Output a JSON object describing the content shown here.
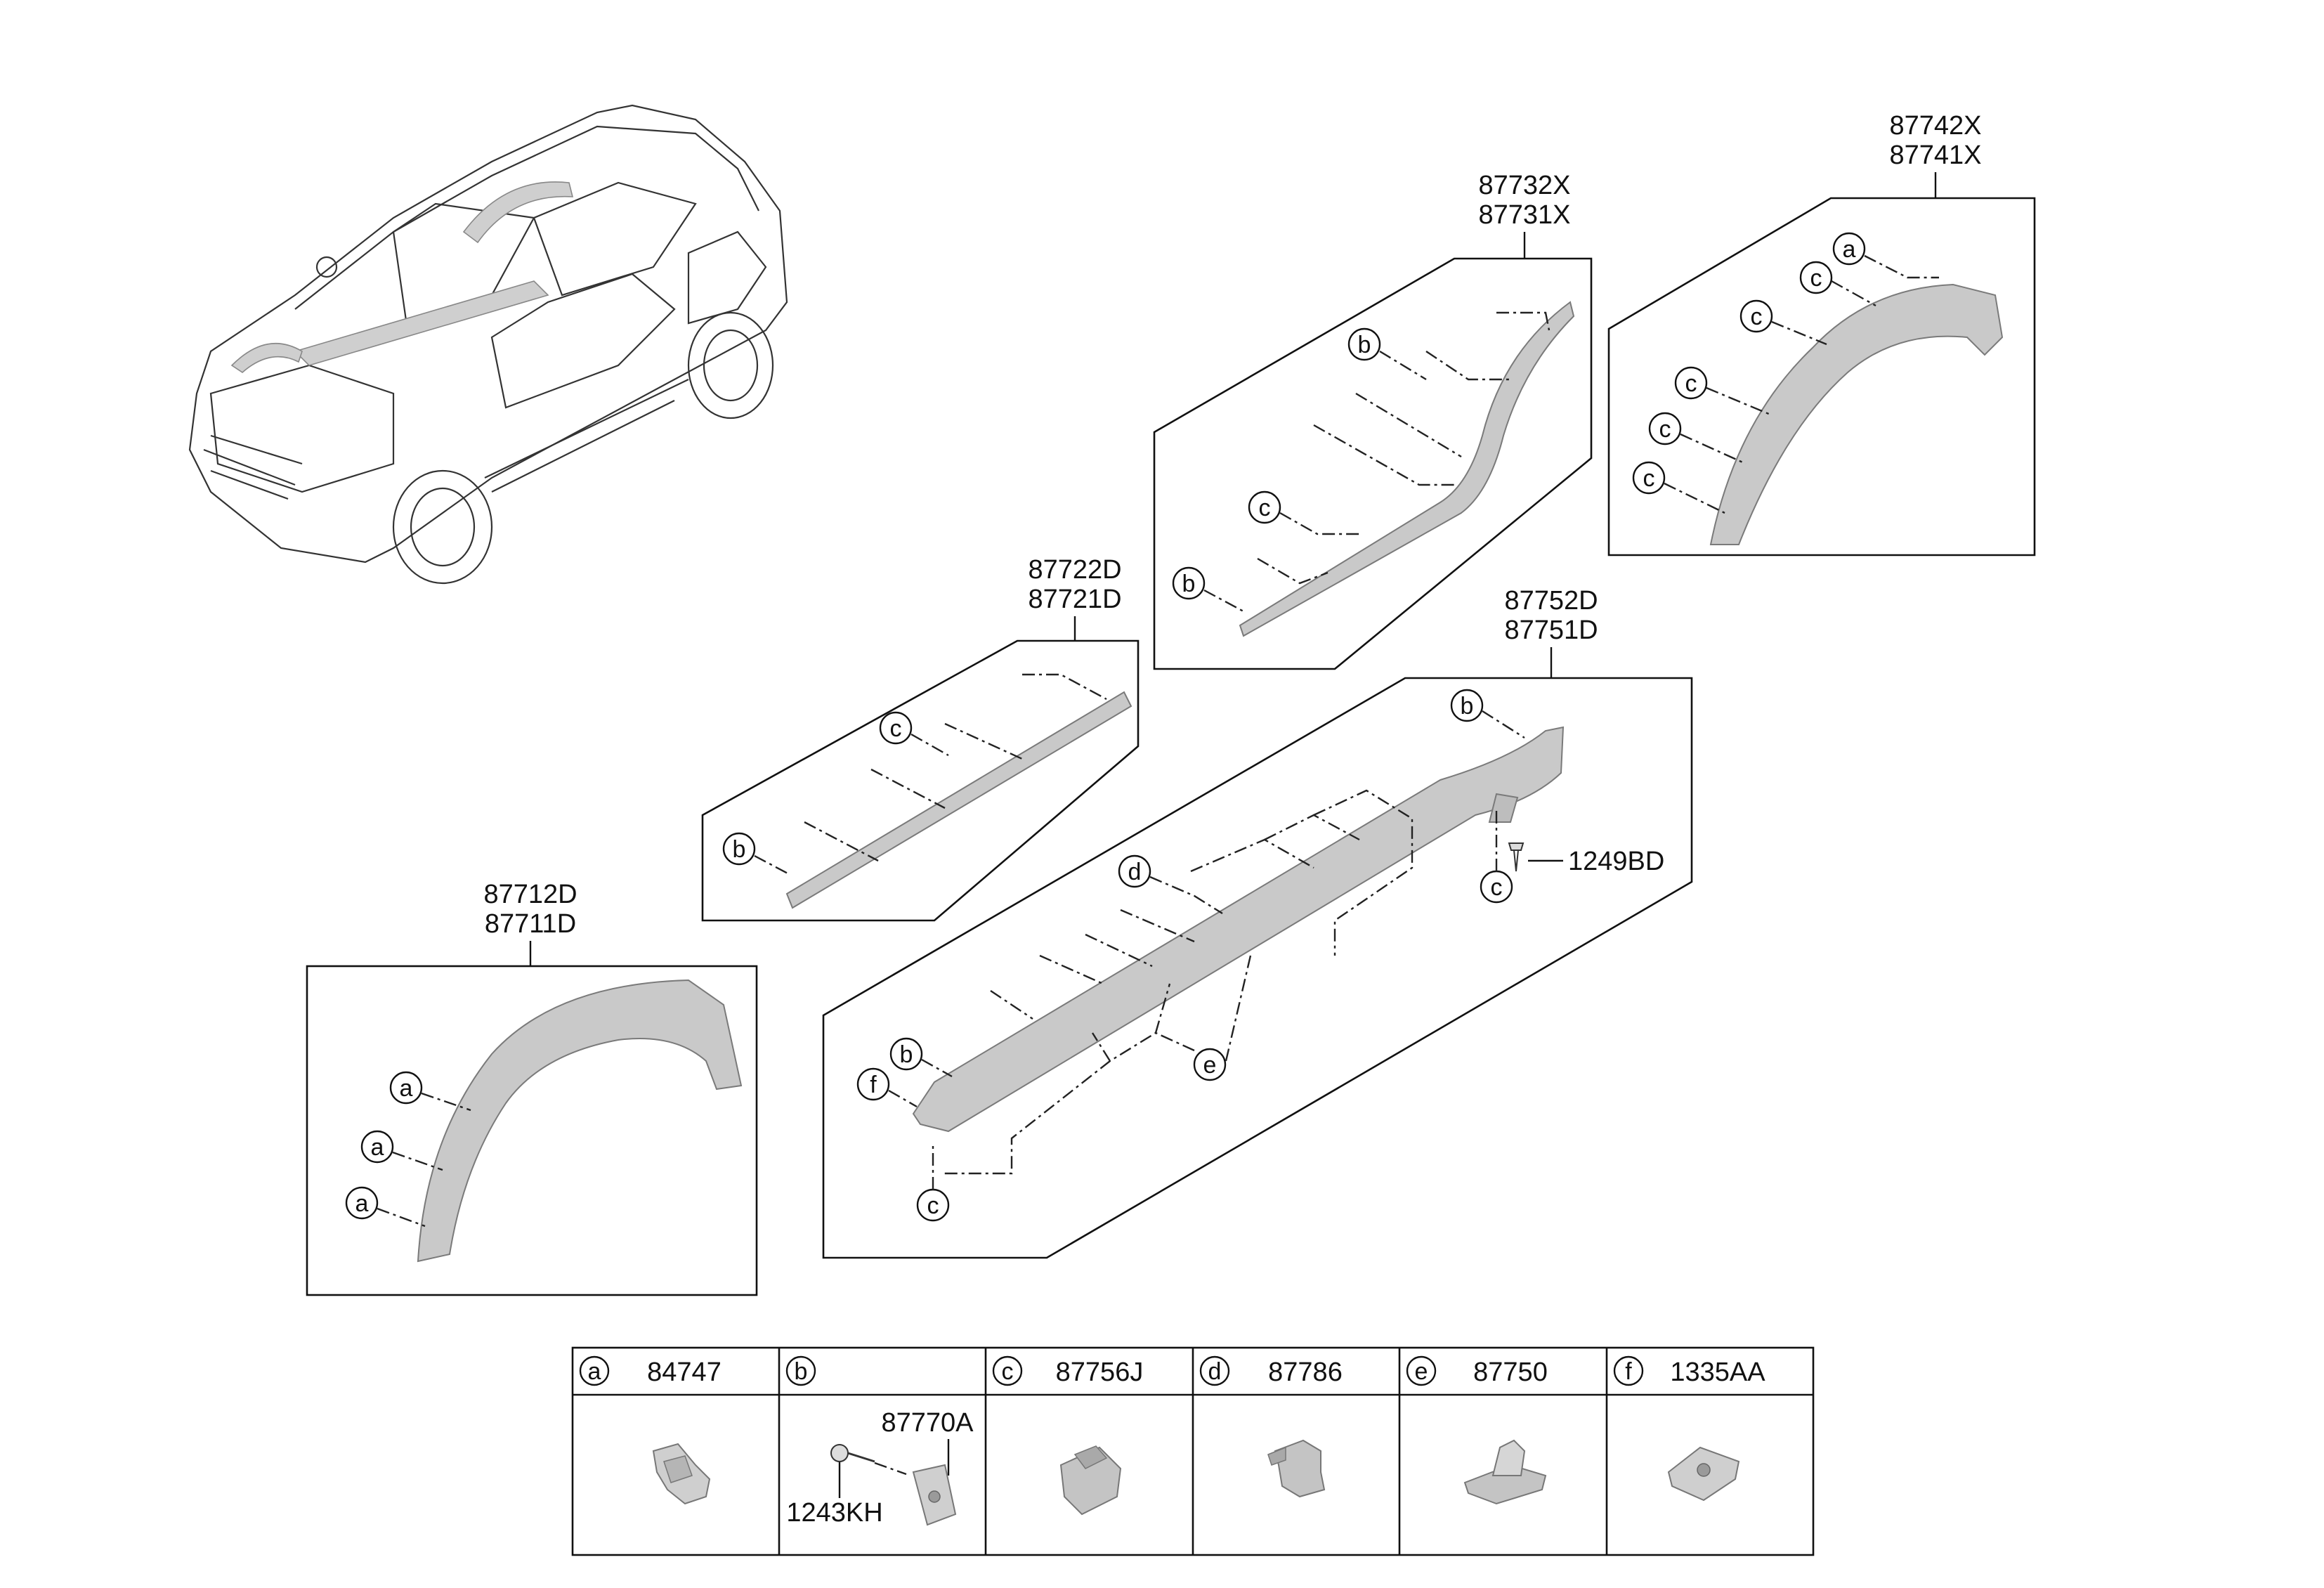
{
  "assemblies": {
    "rear_arch": {
      "upper": "87742X",
      "lower": "87741X"
    },
    "front_door": {
      "upper": "87732X",
      "lower": "87731X"
    },
    "rear_door": {
      "upper": "87722D",
      "lower": "87721D"
    },
    "side_sill": {
      "upper": "87752D",
      "lower": "87751D"
    },
    "front_arch": {
      "upper": "87712D",
      "lower": "87711D"
    },
    "sill_screw": "1249BD"
  },
  "callouts": {
    "a": "a",
    "b": "b",
    "c": "c",
    "d": "d",
    "e": "e",
    "f": "f"
  },
  "parts_table": {
    "columns": [
      {
        "letter": "a",
        "part_no": "84747"
      },
      {
        "letter": "b",
        "part_no": ""
      },
      {
        "letter": "c",
        "part_no": "87756J"
      },
      {
        "letter": "d",
        "part_no": "87786"
      },
      {
        "letter": "e",
        "part_no": "87750"
      },
      {
        "letter": "f",
        "part_no": "1335AA"
      }
    ],
    "b_sub": {
      "clip": "87770A",
      "screw": "1243KH"
    }
  },
  "colors": {
    "part_fill": "#c9c9c9",
    "line": "#111111"
  }
}
